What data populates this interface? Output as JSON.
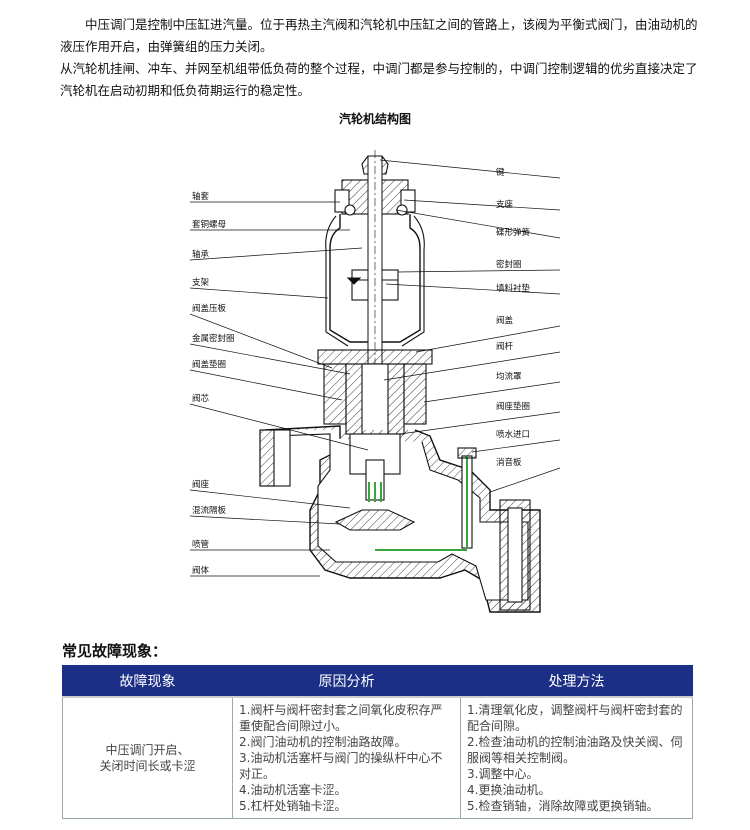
{
  "intro": {
    "para1": "中压调门是控制中压缸进汽量。位于再热主汽阀和汽轮机中压缸之间的管路上，该阀为平衡式阀门，由油动机的液压作用开启，由弹簧组的压力关闭。",
    "para2": "从汽轮机挂闸、冲车、并网至机组带低负荷的整个过程，中调门都是参与控制的，中调门控制逻辑的优劣直接决定了汽轮机在启动初期和低负荷期运行的稳定性。"
  },
  "figure": {
    "title": "汽轮机结构图",
    "labels_left": [
      "轴套",
      "套铜螺母",
      "轴承",
      "支架",
      "阀盖压板",
      "金属密封圈",
      "阀盖垫圈",
      "阀芯",
      "阀座",
      "混流隔板",
      "喷管",
      "阀体"
    ],
    "labels_right": [
      "键",
      "支座",
      "碟形弹簧",
      "密封圈",
      "填料衬垫",
      "阀盖",
      "阀杆",
      "均流罩",
      "阀座垫圈",
      "喷水进口",
      "消音板"
    ]
  },
  "faults": {
    "section_title": "常见故障现象：",
    "headers": [
      "故障现象",
      "原因分析",
      "处理方法"
    ],
    "symptom_line1": "中压调门开启、",
    "symptom_line2": "关闭时间长或卡涩",
    "causes": [
      "1.阀杆与阀杆密封套之间氧化皮积存严重使配合间隙过小。",
      "2.阀门油动机的控制油路故障。",
      "3.油动机活塞杆与阀门的操纵杆中心不对正。",
      "4.油动机活塞卡涩。",
      "5.杠杆处销轴卡涩。"
    ],
    "remedies": [
      "1.清理氧化皮，调整阀杆与阀杆密封套的配合间隙。",
      "2.检查油动机的控制油油路及快关阀、伺服阀等相关控制阀。",
      "3.调整中心。",
      "4.更换油动机。",
      "5.检查销轴，消除故障或更换销轴。"
    ]
  },
  "colors": {
    "header_bg": "#1b2f86",
    "diagram_line": "#111111",
    "fill_green": "#3aa63a"
  }
}
